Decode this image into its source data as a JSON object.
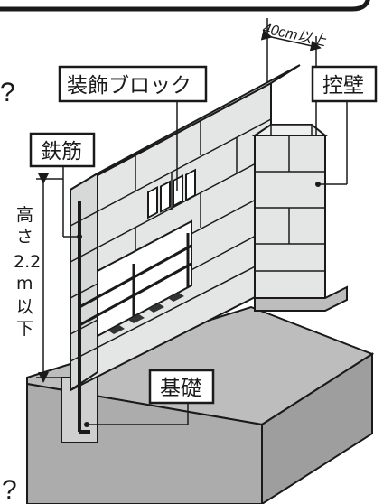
{
  "labels": {
    "decorative_block": "装飾ブロック",
    "buttress": "控壁",
    "rebar": "鉄筋",
    "foundation": "基礎",
    "spacing": "40cm以上",
    "height_chars": [
      "高",
      "さ",
      "2.2",
      "m",
      "以",
      "下"
    ]
  },
  "marks": {
    "question_top": "?",
    "question_bottom": "?"
  },
  "colors": {
    "block": "#e4e6e5",
    "block_dark": "#cfd2d1",
    "ground_top": "#bdbdbd",
    "ground_side": "#a8a8a8",
    "line": "#1a1a1a"
  }
}
